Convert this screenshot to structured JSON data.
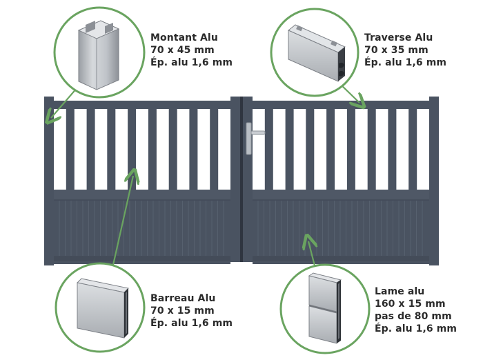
{
  "colors": {
    "gate": "#4a5361",
    "gate_dark": "#3e4653",
    "gate_groove": "#56606e",
    "circle_stroke": "#6aa460",
    "arrow": "#6aa460",
    "handle": "#b9bec4",
    "aluminium": "#c4c7cb",
    "text": "#2b2b2b"
  },
  "callouts": {
    "montant": {
      "lines": [
        "Montant Alu",
        "70 x 45 mm",
        "Ép. alu 1,6 mm"
      ]
    },
    "traverse": {
      "lines": [
        "Traverse Alu",
        "70 x 35 mm",
        "Ép. alu 1,6 mm"
      ]
    },
    "barreau": {
      "lines": [
        "Barreau Alu",
        "70 x 15 mm",
        "Ép. alu 1,6 mm"
      ]
    },
    "lame": {
      "lines": [
        "Lame alu",
        "160 x 15 mm",
        "pas de 80 mm",
        "Ép. alu 1,6 mm"
      ]
    }
  },
  "icons": {
    "montant": "aluminium-post-profile-icon",
    "traverse": "aluminium-rail-profile-icon",
    "barreau": "aluminium-bar-profile-icon",
    "lame": "aluminium-slat-profile-icon",
    "handle": "gate-handle-icon"
  }
}
